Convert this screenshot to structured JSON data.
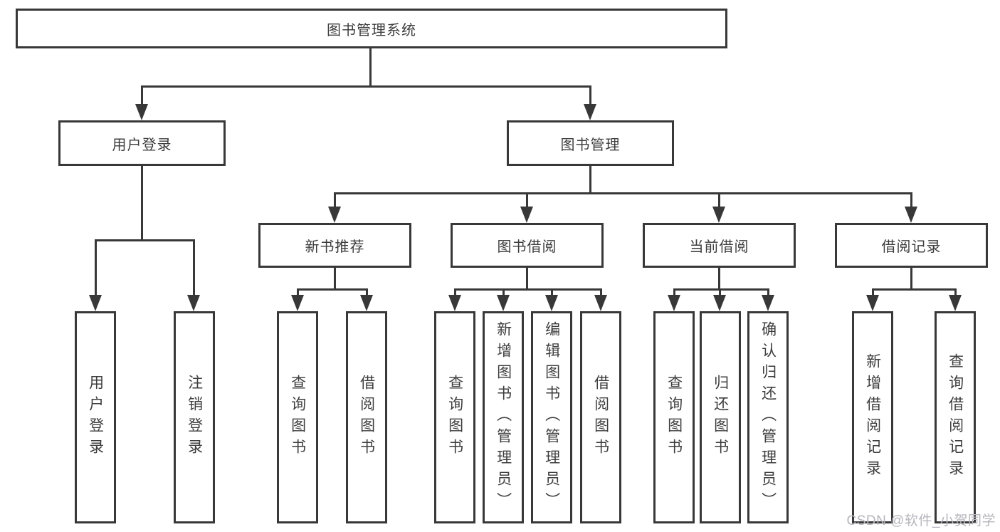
{
  "colors": {
    "line": "#383838",
    "text": "#3d3d3d",
    "background": "#ffffff",
    "watermark": "#b5b5bc"
  },
  "watermark": {
    "text": "CSDN @软件_小贺同学"
  },
  "diagram": {
    "root": {
      "label": "图书管理系统",
      "children": [
        {
          "label": "用户登录",
          "children": [
            {
              "label": "用户登录"
            },
            {
              "label": "注销登录"
            }
          ]
        },
        {
          "label": "图书管理",
          "children": [
            {
              "label": "新书推荐",
              "children": [
                {
                  "label": "查询图书"
                },
                {
                  "label": "借阅图书"
                }
              ]
            },
            {
              "label": "图书借阅",
              "children": [
                {
                  "label": "查询图书"
                },
                {
                  "label": "新增图书（管理员）"
                },
                {
                  "label": "编辑图书（管理员）"
                },
                {
                  "label": "借阅图书"
                }
              ]
            },
            {
              "label": "当前借阅",
              "children": [
                {
                  "label": "查询图书"
                },
                {
                  "label": "归还图书"
                },
                {
                  "label": "确认归还（管理员）"
                }
              ]
            },
            {
              "label": "借阅记录",
              "children": [
                {
                  "label": "新增借阅记录"
                },
                {
                  "label": "查询借阅记录"
                }
              ]
            }
          ]
        }
      ]
    }
  }
}
